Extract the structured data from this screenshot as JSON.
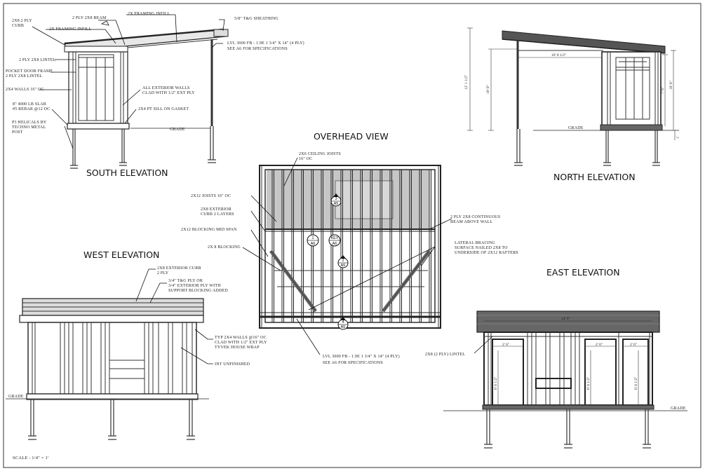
{
  "titles": {
    "south": "SOUTH ELEVATION",
    "north": "NORTH ELEVATION",
    "west": "WEST ELEVATION",
    "east": "EAST ELEVATION",
    "overhead": "OVERHEAD VIEW"
  },
  "scale": "SCALE :  1/4\" = 1'",
  "south": {
    "curb": [
      "2X8 2 PLY",
      "CURB"
    ],
    "beam": "2 PLY 2X8 BEAM",
    "infill_top": "2X FRAMING INFILL",
    "infill_left": "2X FRAMING INFILL",
    "sheathing": "5/8\" T&G SHEATHING",
    "lvl": [
      "LVL 3000 FB - 1.9E 1 3/4\" X 14\" (4 PLY)",
      "SEE A6 FOR SPECIFICATIONS"
    ],
    "lintel": "2 PLY 2X8 LINTEL",
    "pocket": [
      "POCKET DOOR FRAME",
      "2 PLY 2X8 LINTEL"
    ],
    "walls": "2X4 WALLS 16\" OC",
    "clad": [
      "ALL EXTERIOR WALLS",
      "CLAD WITH 1/2\" EXT PLY"
    ],
    "slab": [
      "8\" 4000 LB SLAB",
      "#5 REBAR @12 OC"
    ],
    "sill": "2X4 PT SILL ON GASKET",
    "helicals": [
      "P3 HELICALS BY",
      "TECHNO METAL",
      "POST"
    ],
    "grade": "GRADE"
  },
  "north": {
    "dim_top": "10' 8 1/2\"",
    "dim_left": "12' 1 1/2\"",
    "dim_mid": "10' 0\"",
    "dim_r1": "7' 6\"",
    "dim_r2": "10' 0\"",
    "dim_bot": "1'",
    "grade": "GRADE"
  },
  "overhead": {
    "joists6": [
      "2X6 CEILING JOISTS",
      "16\" OC"
    ],
    "joists12": "2X12 JOISTS 16\" OC",
    "curb": [
      "2X8 EXTERIOR",
      "CURB 2 LAYERS"
    ],
    "blocking_mid": "2X12 BLOCKING MID SPAN",
    "blocking": "2X 8 BLOCKING",
    "beam": [
      "2 PLY 2X8 CONTINUOUS",
      "BEAM ABOVE WALL"
    ],
    "bracing": [
      "LATERAL BRACING",
      "SURFACE NAILED 2X8 TO",
      "UNDERSIDE OF 2X12 RAFTERS"
    ],
    "lvl": [
      "LVL 3000 FB - 1.9E 1 3/4\" X 14\" (4 PLY)",
      "SEE A6 FOR SPECIFICATIONS"
    ],
    "bubbles": [
      {
        "top": "3",
        "bottom": "A5"
      },
      {
        "top": "1",
        "bottom": "A6"
      },
      {
        "top": "KEY",
        "bottom": "A6"
      },
      {
        "top": "2",
        "bottom": "A5"
      },
      {
        "top": "4",
        "bottom": "A5"
      }
    ]
  },
  "west": {
    "curb": [
      "2X8 EXTERIOR CURB",
      "2 PLY"
    ],
    "ply": [
      "3/4\" T&G PLY OR",
      "3/4\" EXTERIOR PLY WITH",
      "SUPPORT BLOCKING ADDED"
    ],
    "walls": [
      "TYP 2X4 WALLS @16\" OC",
      "CLAD WITH 1/2\" EXT PLY",
      "TYVEK HOUSE WRAP"
    ],
    "int": "INT UNFINISHED",
    "grade": "GRADE"
  },
  "east": {
    "lintel": "2X8 (2 PLY) LINTEL",
    "dim_top": "14' 0\"",
    "dim_w1": "2' 6\"",
    "dim_w2": "2' 6\"",
    "dim_w3": "2' 6\"",
    "dim_h1": "6' 8 1/2\"",
    "dim_h2": "6' 8 1/2\"",
    "dim_h3": "6' 8 1/2\"",
    "grade": "GRADE"
  }
}
